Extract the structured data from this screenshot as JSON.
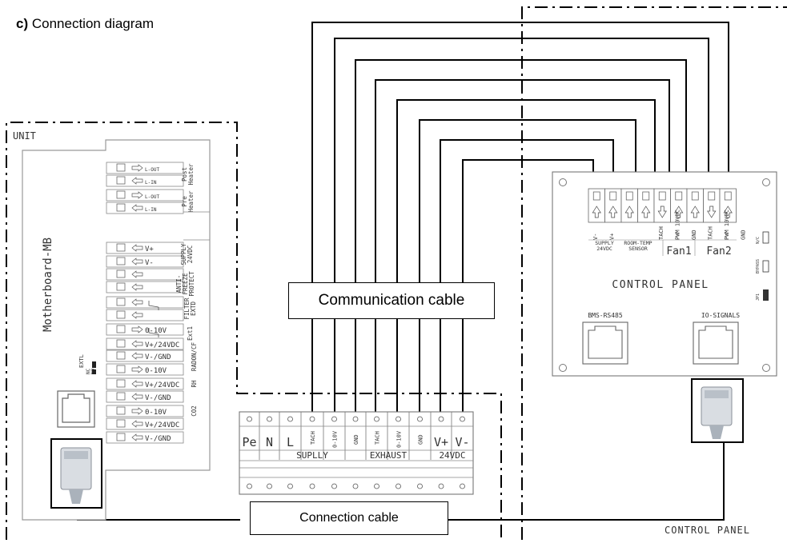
{
  "title": {
    "prefix": "c)",
    "text": "Connection diagram"
  },
  "callouts": {
    "communication": "Communication cable",
    "connection": "Connection cable"
  },
  "unit": {
    "label": "UNIT",
    "motherboard": "Motherboard-MB",
    "extl": [
      "EXTL",
      "NC",
      "NO"
    ],
    "groups": {
      "post_heater": [
        "Post",
        "Heater"
      ],
      "pre_heater": [
        "Pre",
        "Heater"
      ],
      "supply": [
        "SUPPLY",
        "24VDC"
      ],
      "anti_freeze": [
        "ANTI-",
        "FREEZE",
        "PROTECT"
      ],
      "filter": [
        "FILTER",
        "EXTD"
      ],
      "ext1": [
        "Ext1"
      ],
      "radon": [
        "RADON/CF"
      ],
      "rh": [
        "RH"
      ],
      "co2": [
        "CO2"
      ]
    },
    "rows": [
      "L-OUT",
      "L-IN",
      "L-OUT",
      "L-IN",
      "V+",
      "V-",
      "",
      "",
      "",
      "",
      "0-10V",
      "V+/24VDC",
      "V-/GND",
      "0-10V",
      "V+/24VDC",
      "V-/GND",
      "0-10V",
      "V+/24VDC",
      "V-/GND"
    ]
  },
  "terminal": {
    "top": [
      "Pe",
      "N",
      "L",
      "TACH",
      "0-10V",
      "GND",
      "TACH",
      "0-10V",
      "GND",
      "V+",
      "V-"
    ],
    "groups": [
      "SUPLLY",
      "EXHAUST",
      "24VDC"
    ]
  },
  "panel": {
    "title": "CONTROL PANEL",
    "labels": [
      "V-",
      "V+",
      "",
      "",
      "TACH",
      "PWM 10VDC",
      "GND",
      "TACH",
      "PWM 10VDC",
      "GND"
    ],
    "groups": [
      "SUPPLY 24VDC",
      "ROOM-TEMP SENSOR",
      "Fan1",
      "Fan2"
    ],
    "side": [
      "N/C",
      "BYPASS",
      "JP1"
    ],
    "ports": [
      "BMS-RS485",
      "IO-SIGNALS"
    ],
    "region": "CONTROL PANEL"
  }
}
